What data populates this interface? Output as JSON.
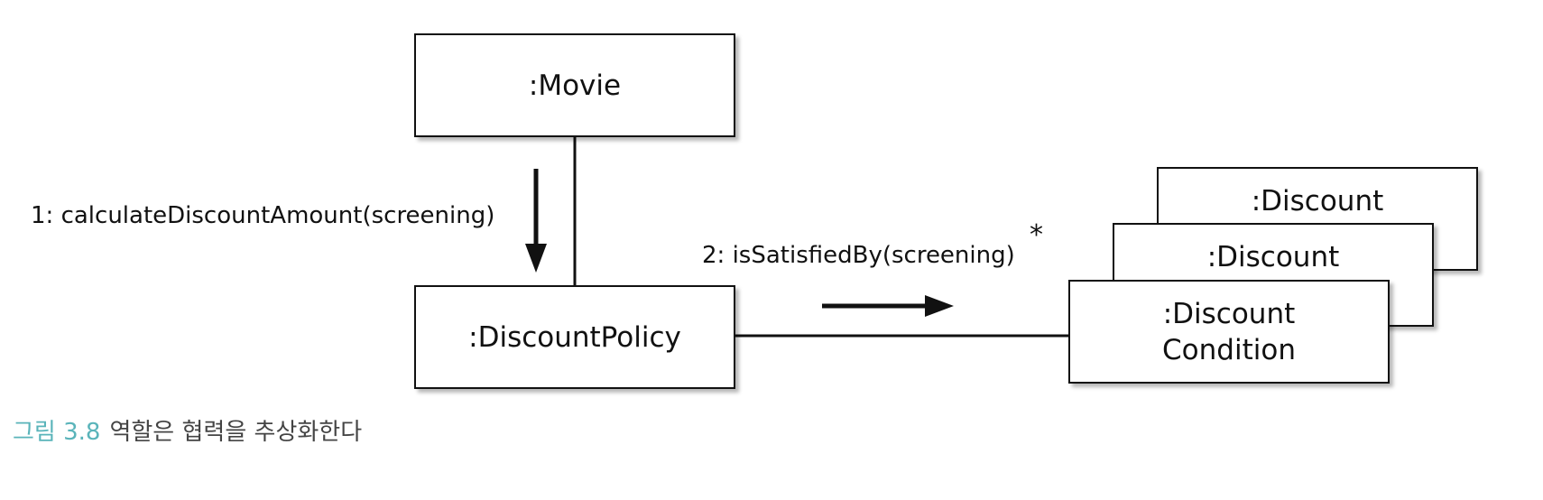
{
  "diagram": {
    "objects": [
      {
        "id": "movie",
        "lines": [
          ":Movie"
        ]
      },
      {
        "id": "policy",
        "lines": [
          ":DiscountPolicy"
        ]
      },
      {
        "id": "disc-back",
        "lines": [
          ":Discount"
        ]
      },
      {
        "id": "disc-mid",
        "lines": [
          ":Discount"
        ]
      },
      {
        "id": "disc-front",
        "lines": [
          ":Discount",
          "Condition"
        ]
      }
    ],
    "messages": [
      {
        "label": "1: calculateDiscountAmount(screening)",
        "direction": "down"
      },
      {
        "label": "2: isSatisfiedBy(screening)",
        "direction": "right",
        "multiplicity": "*"
      }
    ]
  },
  "caption": {
    "number": "그림 3.8",
    "text": "역할은 협력을 추상화한다"
  },
  "colors": {
    "line": "#111111",
    "caption_number": "#5ab4ba",
    "caption_text": "#444444"
  }
}
